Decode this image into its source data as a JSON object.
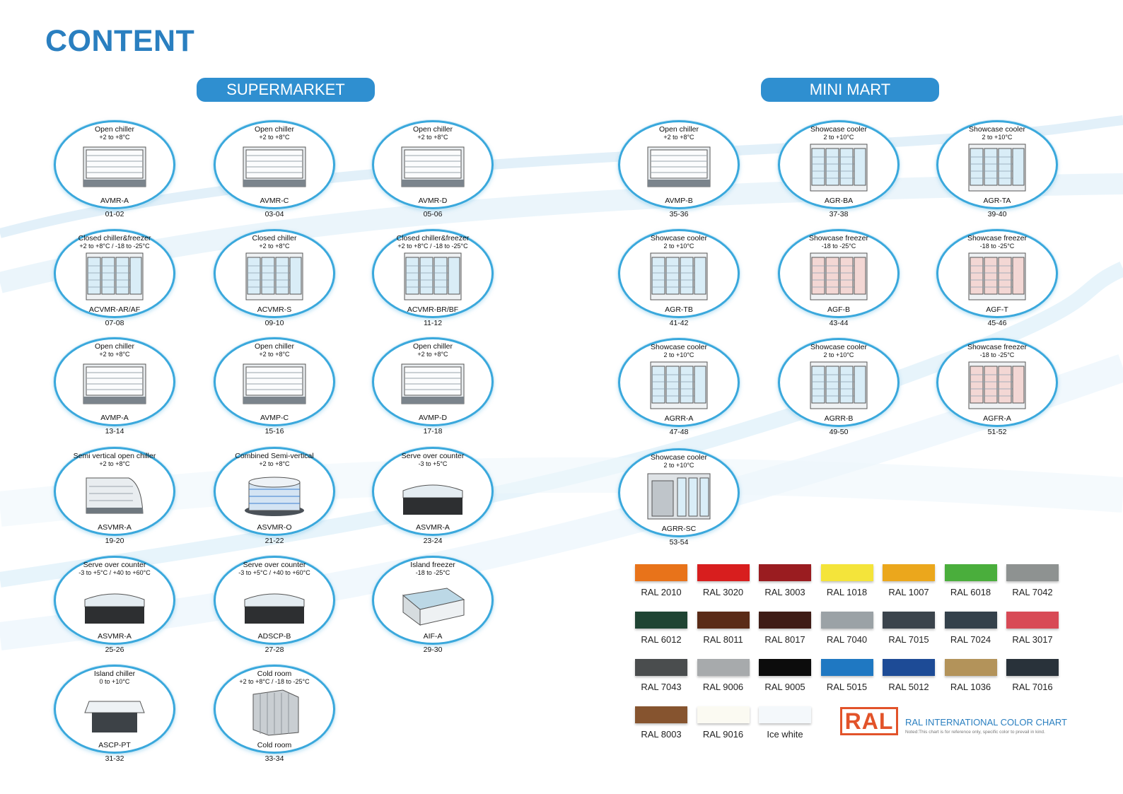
{
  "page": {
    "title": "CONTENT"
  },
  "sections": [
    {
      "label": "SUPERMARKET"
    },
    {
      "label": "MINI MART"
    }
  ],
  "colors": {
    "accent": "#2f8fd0",
    "oval_border": "#3aa8dc",
    "ral_logo": "#e2532a"
  },
  "supermarket": [
    {
      "title": "Open chiller",
      "temp": "+2 to +8°C",
      "model": "AVMR-A",
      "pages": "01-02",
      "icon": "open-chiller-icon"
    },
    {
      "title": "Open chiller",
      "temp": "+2 to +8°C",
      "model": "AVMR-C",
      "pages": "03-04",
      "icon": "open-chiller-icon"
    },
    {
      "title": "Open chiller",
      "temp": "+2 to +8°C",
      "model": "AVMR-D",
      "pages": "05-06",
      "icon": "open-chiller-icon"
    },
    {
      "title": "Closed chiller&freezer",
      "temp": "+2 to +8°C  / -18 to -25°C",
      "model": "ACVMR-AR/AF",
      "pages": "07-08",
      "icon": "glass-door-cabinet-icon"
    },
    {
      "title": "Closed chiller",
      "temp": "+2 to +8°C",
      "model": "ACVMR-S",
      "pages": "09-10",
      "icon": "glass-door-cabinet-icon"
    },
    {
      "title": "Closed chiller&freezer",
      "temp": "+2 to +8°C  / -18 to -25°C",
      "model": "ACVMR-BR/BF",
      "pages": "11-12",
      "icon": "glass-door-cabinet-icon"
    },
    {
      "title": "Open chiller",
      "temp": "+2 to +8°C",
      "model": "AVMP-A",
      "pages": "13-14",
      "icon": "open-chiller-icon"
    },
    {
      "title": "Open chiller",
      "temp": "+2 to +8°C",
      "model": "AVMP-C",
      "pages": "15-16",
      "icon": "open-chiller-icon"
    },
    {
      "title": "Open chiller",
      "temp": "+2 to +8°C",
      "model": "AVMP-D",
      "pages": "17-18",
      "icon": "open-chiller-icon"
    },
    {
      "title": "Semi vertical open chiller",
      "temp": "+2 to +8°C",
      "model": "ASVMR-A",
      "pages": "19-20",
      "icon": "semi-vertical-chiller-icon"
    },
    {
      "title": "Combined Semi-vertical",
      "temp": "+2 to +8°C",
      "model": "ASVMR-O",
      "pages": "21-22",
      "icon": "round-island-chiller-icon"
    },
    {
      "title": "Serve over counter",
      "temp": "-3 to +5°C",
      "model": "ASVMR-A",
      "pages": "23-24",
      "icon": "serve-over-counter-icon"
    },
    {
      "title": "Serve over counter",
      "temp": "-3 to +5°C / +40 to +60°C",
      "model": "ASVMR-A",
      "pages": "25-26",
      "icon": "serve-over-counter-icon"
    },
    {
      "title": "Serve over counter",
      "temp": "-3 to +5°C / +40 to +60°C",
      "model": "ADSCP-B",
      "pages": "27-28",
      "icon": "serve-over-counter-icon"
    },
    {
      "title": "Island freezer",
      "temp": "-18 to -25°C",
      "model": "AIF-A",
      "pages": "29-30",
      "icon": "island-freezer-icon"
    },
    {
      "title": "Island chiller",
      "temp": "0 to +10°C",
      "model": "ASCP-PT",
      "pages": "31-32",
      "icon": "island-chiller-icon"
    },
    {
      "title": "Cold room",
      "temp": "+2 to +8°C  / -18 to -25°C",
      "model": "Cold room",
      "pages": "33-34",
      "icon": "cold-room-icon"
    }
  ],
  "minimart": [
    {
      "title": "Open chiller",
      "temp": "+2 to +8°C",
      "model": "AVMP-B",
      "pages": "35-36",
      "icon": "open-chiller-icon"
    },
    {
      "title": "Showcase cooler",
      "temp": "2 to +10°C",
      "model": "AGR-BA",
      "pages": "37-38",
      "icon": "glass-door-cooler-icon"
    },
    {
      "title": "Showcase cooler",
      "temp": "2 to +10°C",
      "model": "AGR-TA",
      "pages": "39-40",
      "icon": "glass-door-cooler-icon"
    },
    {
      "title": "Showcase cooler",
      "temp": "2 to +10°C",
      "model": "AGR-TB",
      "pages": "41-42",
      "icon": "glass-door-cooler-icon"
    },
    {
      "title": "Showcase freezer",
      "temp": "-18 to -25°C",
      "model": "AGF-B",
      "pages": "43-44",
      "icon": "glass-door-freezer-icon"
    },
    {
      "title": "Showcase freezer",
      "temp": "-18 to -25°C",
      "model": "AGF-T",
      "pages": "45-46",
      "icon": "glass-door-freezer-icon"
    },
    {
      "title": "Showcase cooler",
      "temp": "2 to +10°C",
      "model": "AGRR-A",
      "pages": "47-48",
      "icon": "glass-door-cooler-icon"
    },
    {
      "title": "Showcase cooler",
      "temp": "2 to +10°C",
      "model": "AGRR-B",
      "pages": "49-50",
      "icon": "glass-door-cooler-icon"
    },
    {
      "title": "Showcase freezer",
      "temp": "-18 to -25°C",
      "model": "AGFR-A",
      "pages": "51-52",
      "icon": "glass-door-freezer-icon"
    },
    {
      "title": "Showcase cooler",
      "temp": "2 to +10°C",
      "model": "AGRR-SC",
      "pages": "53-54",
      "icon": "walk-in-cooler-icon"
    }
  ],
  "ral_swatches": [
    {
      "label": "RAL 2010",
      "color": "#e8731a"
    },
    {
      "label": "RAL 3020",
      "color": "#d81e1e"
    },
    {
      "label": "RAL 3003",
      "color": "#9a1c20"
    },
    {
      "label": "RAL 1018",
      "color": "#f4e43a"
    },
    {
      "label": "RAL 1007",
      "color": "#eba71c"
    },
    {
      "label": "RAL 6018",
      "color": "#4aae3c"
    },
    {
      "label": "RAL 7042",
      "color": "#8e9291"
    },
    {
      "label": "RAL 6012",
      "color": "#1f4433"
    },
    {
      "label": "RAL 8011",
      "color": "#5a2b17"
    },
    {
      "label": "RAL 8017",
      "color": "#3f1c16"
    },
    {
      "label": "RAL 7040",
      "color": "#9ba2a6"
    },
    {
      "label": "RAL 7015",
      "color": "#3b444c"
    },
    {
      "label": "RAL 7024",
      "color": "#34414b"
    },
    {
      "label": "RAL 3017",
      "color": "#d84a56"
    },
    {
      "label": "RAL 7043",
      "color": "#4a4d4e"
    },
    {
      "label": "RAL 9006",
      "color": "#a7aaac"
    },
    {
      "label": "RAL 9005",
      "color": "#0c0c0c"
    },
    {
      "label": "RAL 5015",
      "color": "#1f78c2"
    },
    {
      "label": "RAL 5012",
      "color": "#1d4b96"
    },
    {
      "label": "RAL 1036",
      "color": "#b3935a"
    },
    {
      "label": "RAL 7016",
      "color": "#29323a"
    },
    {
      "label": "RAL 8003",
      "color": "#86542f"
    },
    {
      "label": "RAL 9016",
      "color": "#fbfaf2"
    },
    {
      "label": "Ice white",
      "color": "#f4f8fb"
    }
  ],
  "ral_legend": {
    "logo_text": "RAL",
    "title": "RAL INTERNATIONAL COLOR CHART",
    "note": "Noted:This chart is for reference only, specific color to prevail in kind."
  }
}
